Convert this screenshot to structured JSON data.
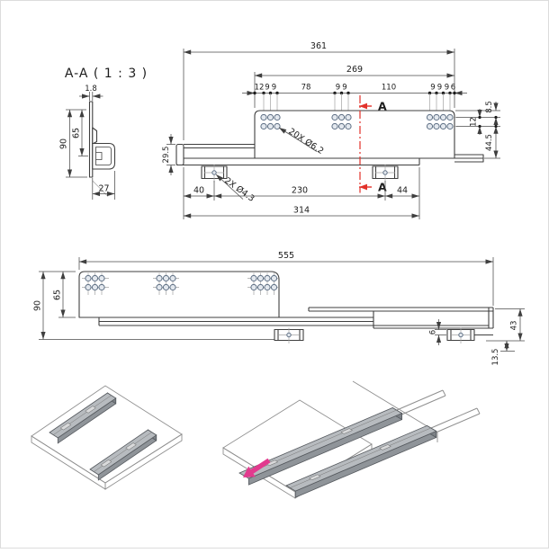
{
  "colors": {
    "section_line": "#e2312a",
    "pull_arrow": "#e23a8e",
    "line": "#3f3f3f",
    "hole_stroke": "#5f7085"
  },
  "section_view": {
    "title": "A-A ( 1 : 3 )",
    "thickness": "1.8",
    "height": "90",
    "inner_height": "65",
    "depth": "27"
  },
  "top_view": {
    "total": "361",
    "span": "269",
    "pitch": [
      "12",
      "9",
      "9",
      "78",
      "9",
      "9",
      "110",
      "9",
      "9",
      "9",
      "6"
    ],
    "holes_note": "20X Ø6.2",
    "bracket_note": "2X Ø4.3",
    "stack_height": "29.5",
    "d40": "40",
    "d230": "230",
    "d44": "44",
    "d314": "314",
    "d85": "8.5",
    "d12": "12",
    "d445": "44.5",
    "section_label": "A"
  },
  "extended_view": {
    "total": "555",
    "height": "90",
    "body_height": "65",
    "d43": "43",
    "d6": "6",
    "d135": "13.5"
  }
}
